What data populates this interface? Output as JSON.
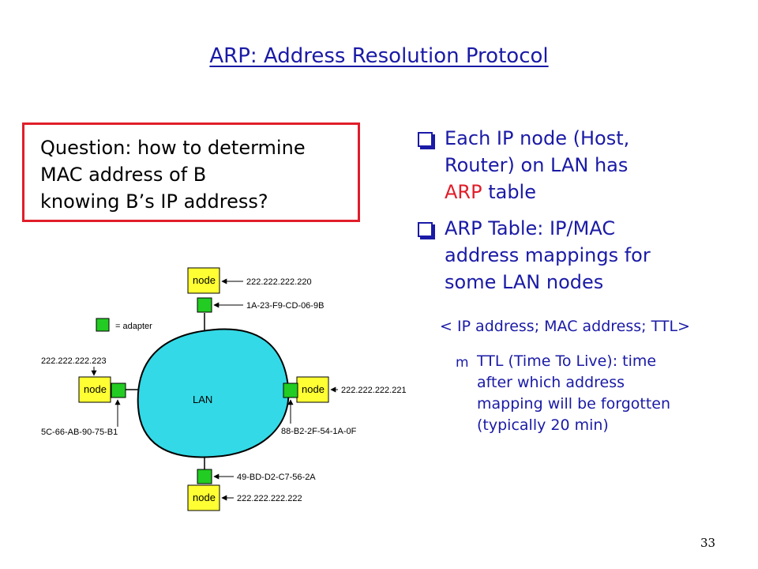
{
  "slide": {
    "title": "ARP: Address Resolution Protocol",
    "question_lines": [
      "Question: how to determine",
      "MAC address of B",
      "knowing B’s IP address?"
    ],
    "bullets": [
      {
        "lines": [
          "Each IP node (Host,",
          "Router) on LAN has"
        ],
        "last_red": "ARP",
        "last_rest": " table"
      },
      {
        "lines": [
          "ARP Table: IP/MAC",
          "address mappings for",
          "some LAN nodes"
        ]
      }
    ],
    "tuple": "< IP address; MAC address; TTL>",
    "sub_mark": "m",
    "sub_lines": [
      " TTL (Time To Live): time",
      "after which address",
      "mapping will be forgotten",
      "(typically 20 min)"
    ],
    "page_number": "33"
  },
  "diagram": {
    "lan_label": "LAN",
    "legend": "= adapter",
    "node_label": "node",
    "nodes": {
      "top": {
        "ip": "222.222.222.220",
        "mac": "1A-23-F9-CD-06-9B"
      },
      "left": {
        "ip": "222.222.222.223",
        "mac": "5C-66-AB-90-75-B1"
      },
      "right": {
        "ip": "222.222.222.221",
        "mac": "88-B2-2F-54-1A-0F"
      },
      "bottom": {
        "ip": "222.222.222.222",
        "mac": "49-BD-D2-C7-56-2A"
      }
    },
    "colors": {
      "lan": "#33d9e6",
      "node": "#ffff33",
      "adapter": "#22cc22",
      "title": "#1a1aa6",
      "red": "#e01e2a"
    }
  }
}
